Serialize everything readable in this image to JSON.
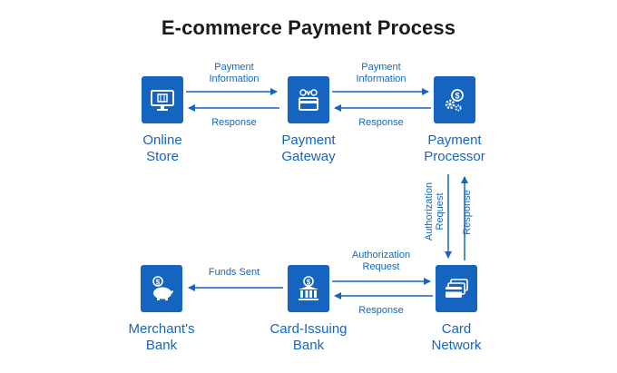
{
  "title": "E-commerce Payment Process",
  "colors": {
    "accent": "#1565c0",
    "title": "#1a1a1a",
    "background": "#ffffff"
  },
  "nodes": {
    "online_store": {
      "lines": [
        "Online",
        "Store"
      ],
      "icon": "monitor-cart-icon"
    },
    "payment_gateway": {
      "lines": [
        "Payment",
        "Gateway"
      ],
      "icon": "card-gateway-icon"
    },
    "payment_processor": {
      "lines": [
        "Payment",
        "Processor"
      ],
      "icon": "gear-dollar-icon"
    },
    "merchants_bank": {
      "lines": [
        "Merchant's",
        "Bank"
      ],
      "icon": "piggy-bank-icon"
    },
    "card_issuing_bank": {
      "lines": [
        "Card-Issuing",
        "Bank"
      ],
      "icon": "bank-building-icon"
    },
    "card_network": {
      "lines": [
        "Card",
        "Network"
      ],
      "icon": "cards-icon"
    }
  },
  "edges": {
    "store_to_gateway": {
      "lines": [
        "Payment",
        "Information"
      ]
    },
    "gateway_to_store": {
      "lines": [
        "Response"
      ]
    },
    "gateway_to_processor": {
      "lines": [
        "Payment",
        "Information"
      ]
    },
    "processor_to_gateway": {
      "lines": [
        "Response"
      ]
    },
    "processor_to_network": {
      "lines": [
        "Authorization",
        "Request"
      ]
    },
    "network_to_processor": {
      "lines": [
        "Response"
      ]
    },
    "issuing_to_network_auth": {
      "lines": [
        "Authorization",
        "Request"
      ]
    },
    "network_to_issuing": {
      "lines": [
        "Response"
      ]
    },
    "issuing_to_merchant": {
      "lines": [
        "Funds Sent"
      ]
    }
  }
}
